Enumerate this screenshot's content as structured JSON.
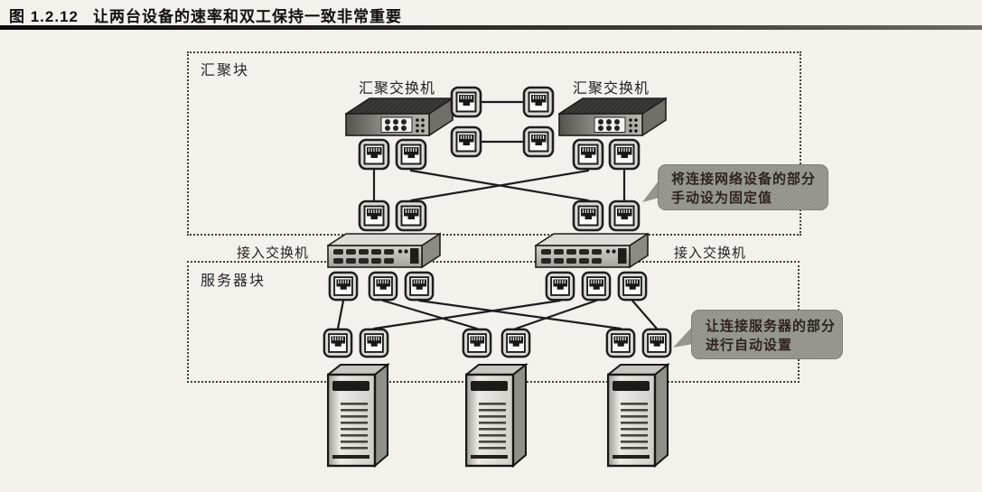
{
  "title": {
    "figure_no": "图 1.2.12",
    "caption": "让两台设备的速率和双工保持一致非常重要"
  },
  "blocks": {
    "aggregation": {
      "label": "汇聚块"
    },
    "server": {
      "label": "服务器块"
    }
  },
  "device_labels": {
    "agg_switch_left": "汇聚交换机",
    "agg_switch_right": "汇聚交换机",
    "access_switch_left": "接入交换机",
    "access_switch_right": "接入交换机"
  },
  "callouts": {
    "manual": {
      "line1": "将连接网络设备的部分",
      "line2": "手动设为固定值"
    },
    "auto": {
      "line1": "让连接服务器的部分",
      "line2": "进行自动设置"
    }
  },
  "icons": {
    "rj45_port": "rj45-port-icon",
    "aggregation_switch": "aggregation-switch-icon",
    "access_switch": "access-switch-icon",
    "server_tower": "server-tower-icon"
  },
  "colors": {
    "wire": "#1c1c1c",
    "callout_bg": "#95958e",
    "callout_text": "#2e2220",
    "page_bg": "#f2f1ec",
    "dotted_border": "#3f3f3c",
    "title_rule": "#141412"
  },
  "counts": {
    "rj45_ports": 24,
    "aggregation_switches": 2,
    "access_switches": 2,
    "servers": 3
  }
}
